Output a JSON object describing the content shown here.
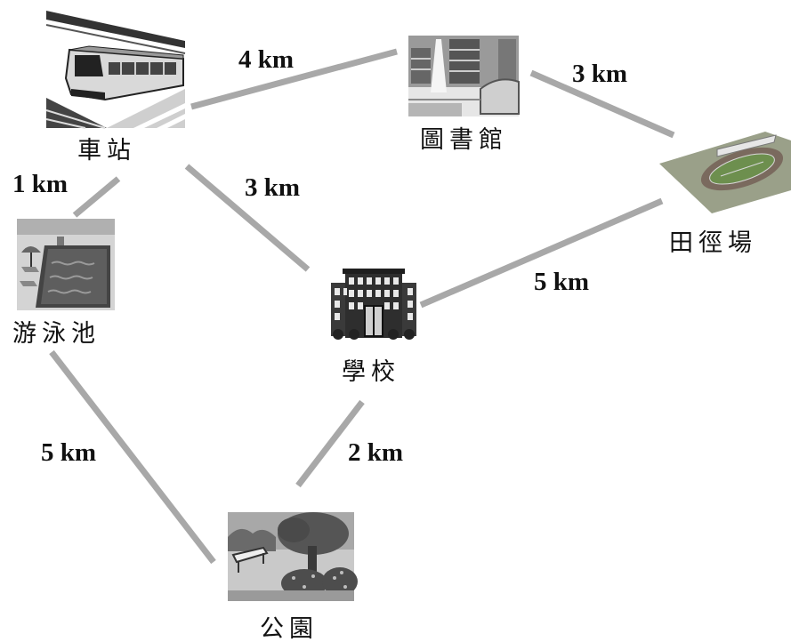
{
  "places": {
    "station": "車站",
    "library": "圖書館",
    "stadium": "田徑場",
    "pool": "游泳池",
    "school": "學校",
    "park": "公園"
  },
  "edges": [
    {
      "id": "station-library",
      "from": "車站",
      "to": "圖書館",
      "label": "4 km"
    },
    {
      "id": "library-stadium",
      "from": "圖書館",
      "to": "田徑場",
      "label": "3 km"
    },
    {
      "id": "station-pool",
      "from": "車站",
      "to": "游泳池",
      "label": "1 km"
    },
    {
      "id": "station-school",
      "from": "車站",
      "to": "學校",
      "label": "3 km"
    },
    {
      "id": "stadium-school",
      "from": "田徑場",
      "to": "學校",
      "label": "5 km"
    },
    {
      "id": "pool-park",
      "from": "游泳池",
      "to": "公園",
      "label": "5 km"
    },
    {
      "id": "school-park",
      "from": "學校",
      "to": "公園",
      "label": "2 km"
    }
  ],
  "colors": {
    "edge": "#a8a8a8",
    "text": "#111111",
    "picture": "#8a8a8a"
  },
  "icons": {
    "station": "train-station-icon",
    "library": "library-icon",
    "stadium": "stadium-icon",
    "pool": "swimming-pool-icon",
    "school": "school-building-icon",
    "park": "park-icon"
  }
}
